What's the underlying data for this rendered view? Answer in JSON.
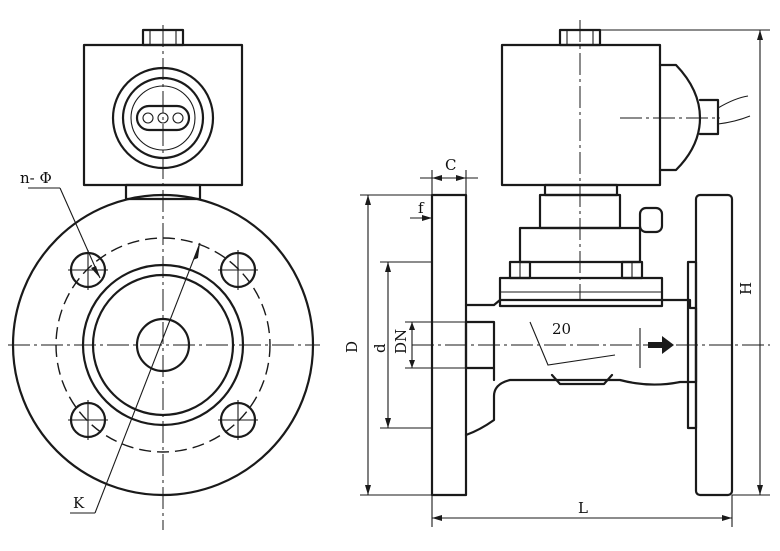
{
  "labels": {
    "holes": "n- Φ",
    "pcd": "K",
    "flange_thickness": "C",
    "face": "f",
    "outer_diameter": "D",
    "raised_face": "d",
    "nominal": "DN",
    "height": "H",
    "length": "L",
    "flow_note": "20"
  }
}
